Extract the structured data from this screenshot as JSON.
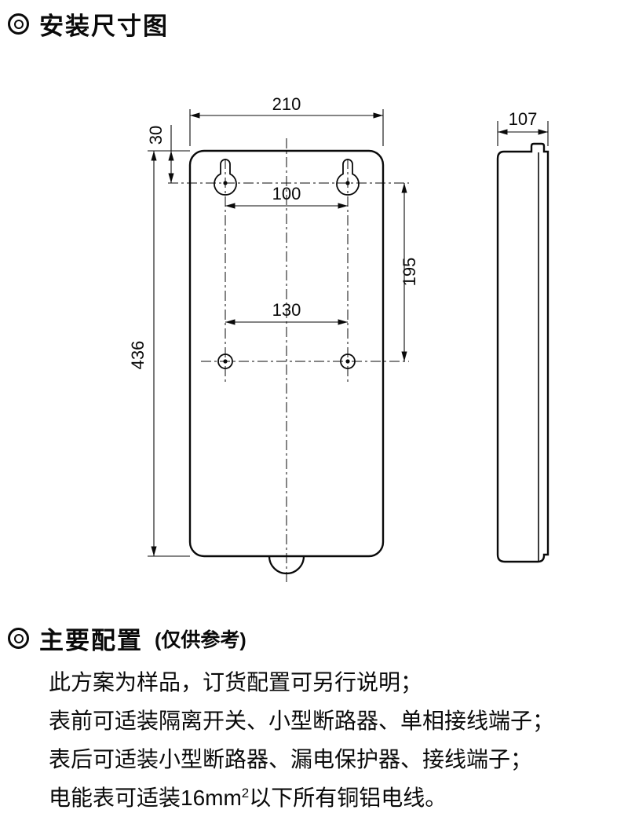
{
  "page": {
    "background": "#ffffff",
    "ink": "#0a0a0a"
  },
  "sections": {
    "install": {
      "title": "安装尺寸图"
    },
    "config": {
      "title": "主要配置",
      "subtitle": "(仅供参考)",
      "lines": [
        "此方案为样品，订货配置可另行说明；",
        "表前可适装隔离开关、小型断路器、单相接线端子；",
        "表后可适装小型断路器、漏电保护器、接线端子；"
      ],
      "wire_line": {
        "prefix": "电能表可适装16mm",
        "sup": "2",
        "suffix": "以下所有铜铝电线。"
      }
    }
  },
  "drawing": {
    "front_view": {
      "width": "210",
      "height": "436",
      "top_hole_offset": "30",
      "top_hole_spacing": "100",
      "hole_row_spacing": "195",
      "bottom_hole_spacing": "130"
    },
    "side_view": {
      "depth": "107"
    }
  }
}
